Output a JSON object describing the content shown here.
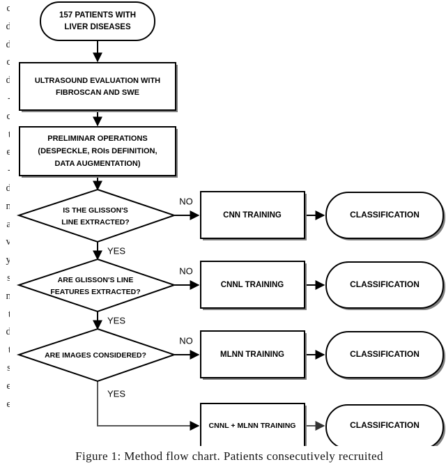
{
  "figure": {
    "caption": "Figure  1: Method flow chart. Patients consecutively recruited",
    "left_margin_fragment": "c\nd\nd\nc\nd\n-\nc\nt\ne\n-\nd\nn\na\nv\ny\ns\nn\nt\nd\nt\ns\ne\ne"
  },
  "colors": {
    "stroke": "#000000",
    "fill": "#ffffff",
    "shadow": "#808080",
    "text": "#000000"
  },
  "chart_data": {
    "type": "diagram",
    "title": "Method flow chart",
    "nodes": [
      {
        "id": "start",
        "shape": "terminator",
        "label_lines": [
          "157 PATIENTS WITH",
          "LIVER DISEASES"
        ]
      },
      {
        "id": "us",
        "shape": "process",
        "label_lines": [
          "ULTRASOUND EVALUATION WITH",
          "FIBROSCAN AND SWE"
        ]
      },
      {
        "id": "prelim",
        "shape": "process",
        "label_lines": [
          "PRELIMINAR OPERATIONS",
          "(DESPECKLE, ROIs DEFINITION,",
          "DATA AUGMENTATION)"
        ]
      },
      {
        "id": "d1",
        "shape": "decision",
        "label_lines": [
          "IS THE GLISSON'S",
          "LINE EXTRACTED?"
        ]
      },
      {
        "id": "cnn",
        "shape": "process",
        "label_lines": [
          "CNN TRAINING"
        ]
      },
      {
        "id": "class1",
        "shape": "terminator",
        "label_lines": [
          "CLASSIFICATION"
        ]
      },
      {
        "id": "d2",
        "shape": "decision",
        "label_lines": [
          "ARE GLISSON'S LINE",
          "FEATURES EXTRACTED?"
        ]
      },
      {
        "id": "cnnl",
        "shape": "process",
        "label_lines": [
          "CNNL TRAINING"
        ]
      },
      {
        "id": "class2",
        "shape": "terminator",
        "label_lines": [
          "CLASSIFICATION"
        ]
      },
      {
        "id": "d3",
        "shape": "decision",
        "label_lines": [
          "ARE IMAGES CONSIDERED?"
        ]
      },
      {
        "id": "mlnn",
        "shape": "process",
        "label_lines": [
          "MLNN TRAINING"
        ]
      },
      {
        "id": "class3",
        "shape": "terminator",
        "label_lines": [
          "CLASSIFICATION"
        ]
      },
      {
        "id": "combo",
        "shape": "process",
        "label_lines": [
          "CNNL + MLNN TRAINING"
        ]
      },
      {
        "id": "class4",
        "shape": "terminator",
        "label_lines": [
          "CLASSIFICATION"
        ]
      }
    ],
    "edges": [
      {
        "from": "start",
        "to": "us",
        "label": ""
      },
      {
        "from": "us",
        "to": "prelim",
        "label": ""
      },
      {
        "from": "prelim",
        "to": "d1",
        "label": ""
      },
      {
        "from": "d1",
        "to": "cnn",
        "label": "NO"
      },
      {
        "from": "cnn",
        "to": "class1",
        "label": ""
      },
      {
        "from": "d1",
        "to": "d2",
        "label": "YES"
      },
      {
        "from": "d2",
        "to": "cnnl",
        "label": "NO"
      },
      {
        "from": "cnnl",
        "to": "class2",
        "label": ""
      },
      {
        "from": "d2",
        "to": "d3",
        "label": "YES"
      },
      {
        "from": "d3",
        "to": "mlnn",
        "label": "NO"
      },
      {
        "from": "mlnn",
        "to": "class3",
        "label": ""
      },
      {
        "from": "d3",
        "to": "combo",
        "label": "YES"
      },
      {
        "from": "combo",
        "to": "class4",
        "label": ""
      }
    ]
  },
  "labels": {
    "start_line1": "157 PATIENTS WITH",
    "start_line2": "LIVER DISEASES",
    "us_line1": "ULTRASOUND EVALUATION WITH",
    "us_line2": "FIBROSCAN AND SWE",
    "prelim_line1": "PRELIMINAR OPERATIONS",
    "prelim_line2": "(DESPECKLE, ROIs DEFINITION,",
    "prelim_line3": "DATA AUGMENTATION)",
    "d1_line1": "IS THE GLISSON'S",
    "d1_line2": "LINE EXTRACTED?",
    "d2_line1": "ARE GLISSON'S LINE",
    "d2_line2": "FEATURES EXTRACTED?",
    "d3_line1": "ARE IMAGES CONSIDERED?",
    "cnn": "CNN TRAINING",
    "cnnl": "CNNL TRAINING",
    "mlnn": "MLNN TRAINING",
    "combo": "CNNL + MLNN TRAINING",
    "class1": "CLASSIFICATION",
    "class2": "CLASSIFICATION",
    "class3": "CLASSIFICATION",
    "class4": "CLASSIFICATION",
    "no1": "NO",
    "no2": "NO",
    "no3": "NO",
    "yes1": "YES",
    "yes2": "YES",
    "yes3": "YES"
  }
}
